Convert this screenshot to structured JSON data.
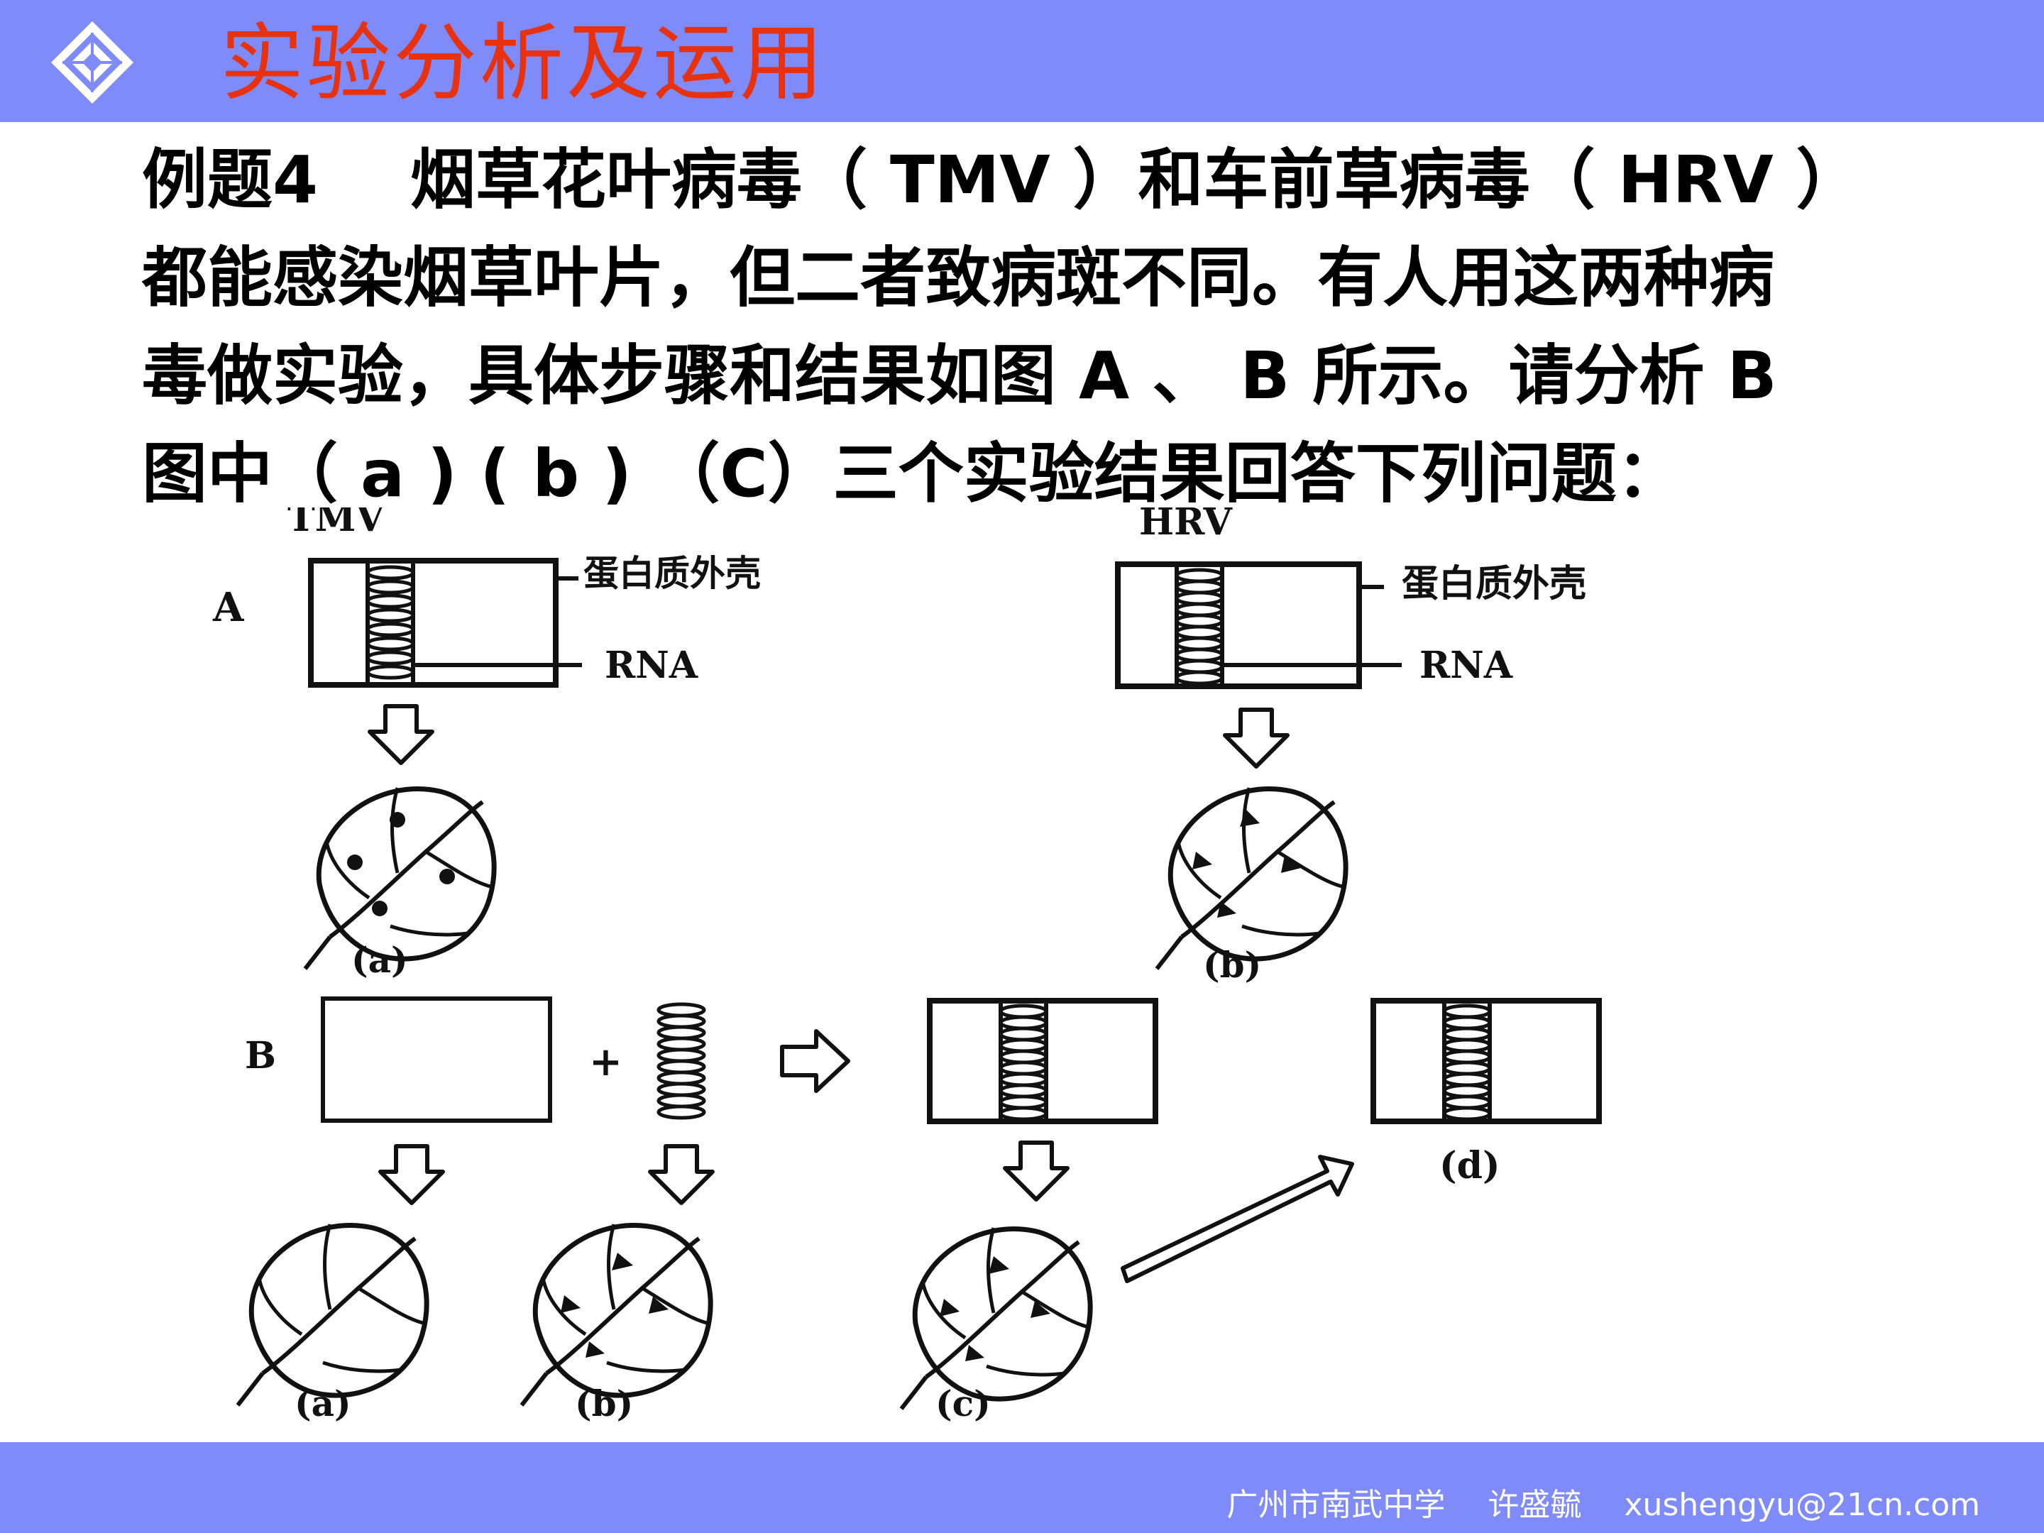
{
  "header": {
    "title": "实验分析及运用",
    "logo_icon": "diamond-logo-icon",
    "bar_color": "#7f8bf8",
    "title_color": "#e8310e"
  },
  "question": {
    "label": "例题4",
    "line1": "烟草花叶病毒（ TMV ）和车前草病毒（ HRV ）",
    "line2": "都能感染烟草叶片，但二者致病斑不同。有人用这两种病",
    "line3": "毒做实验，具体步骤和结果如图 A 、 B 所示。请分析 B",
    "line4": "图中（ a ) ( b ) （C）三个实验结果回答下列问题："
  },
  "figure": {
    "row_a_label": "A",
    "row_b_label": "B",
    "virus1": "TMV",
    "virus2": "HRV",
    "protein_label": "蛋白质外壳",
    "rna_label": "RNA",
    "plus": "+",
    "labels": {
      "a": "(a)",
      "b": "(b)",
      "c": "(c)",
      "d": "(d)"
    }
  },
  "footer": {
    "school": "广州市南武中学",
    "author": "许盛毓",
    "email": "xushengyu@21cn.com"
  }
}
